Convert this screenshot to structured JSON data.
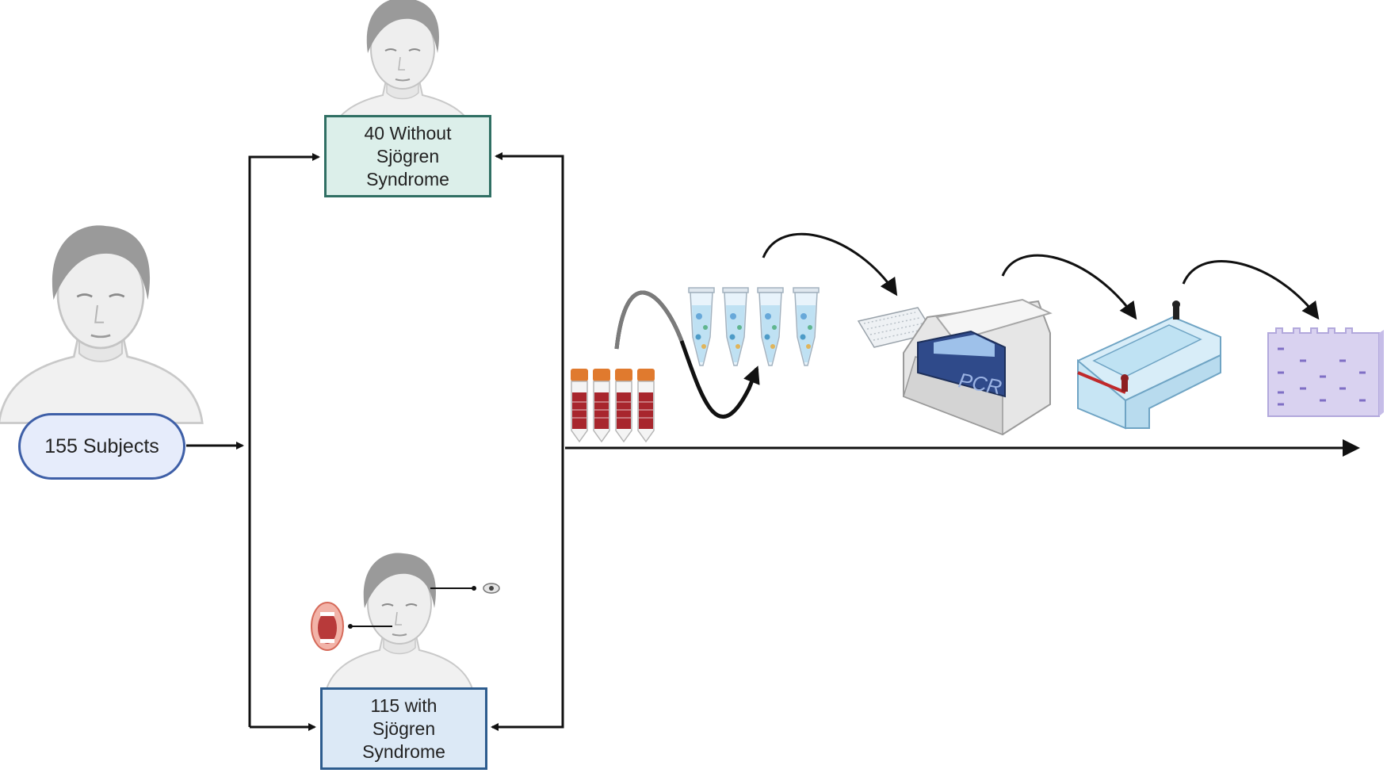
{
  "boxes": {
    "subjects": "155 Subjects",
    "without": [
      "40 Without",
      "Sjögren",
      "Syndrome"
    ],
    "with": [
      "115 with",
      "Sjögren",
      "Syndrome"
    ]
  },
  "equipment": {
    "pcr_label": "PCR"
  },
  "colors": {
    "subjects_border": "#3e5fa7",
    "without_border": "#2f6f63",
    "with_border": "#2d5c8e",
    "arrow": "#111111",
    "blood_tube_cap": "#e07a2e",
    "blood_fill": "#a8262d",
    "gel": "#d9d2f0"
  },
  "icons": [
    "person-icon",
    "mouth-icon",
    "eye-icon",
    "blood-tube-icon",
    "microtube-icon",
    "well-plate-icon",
    "pcr-machine-icon",
    "electrophoresis-tank-icon",
    "gel-icon"
  ]
}
